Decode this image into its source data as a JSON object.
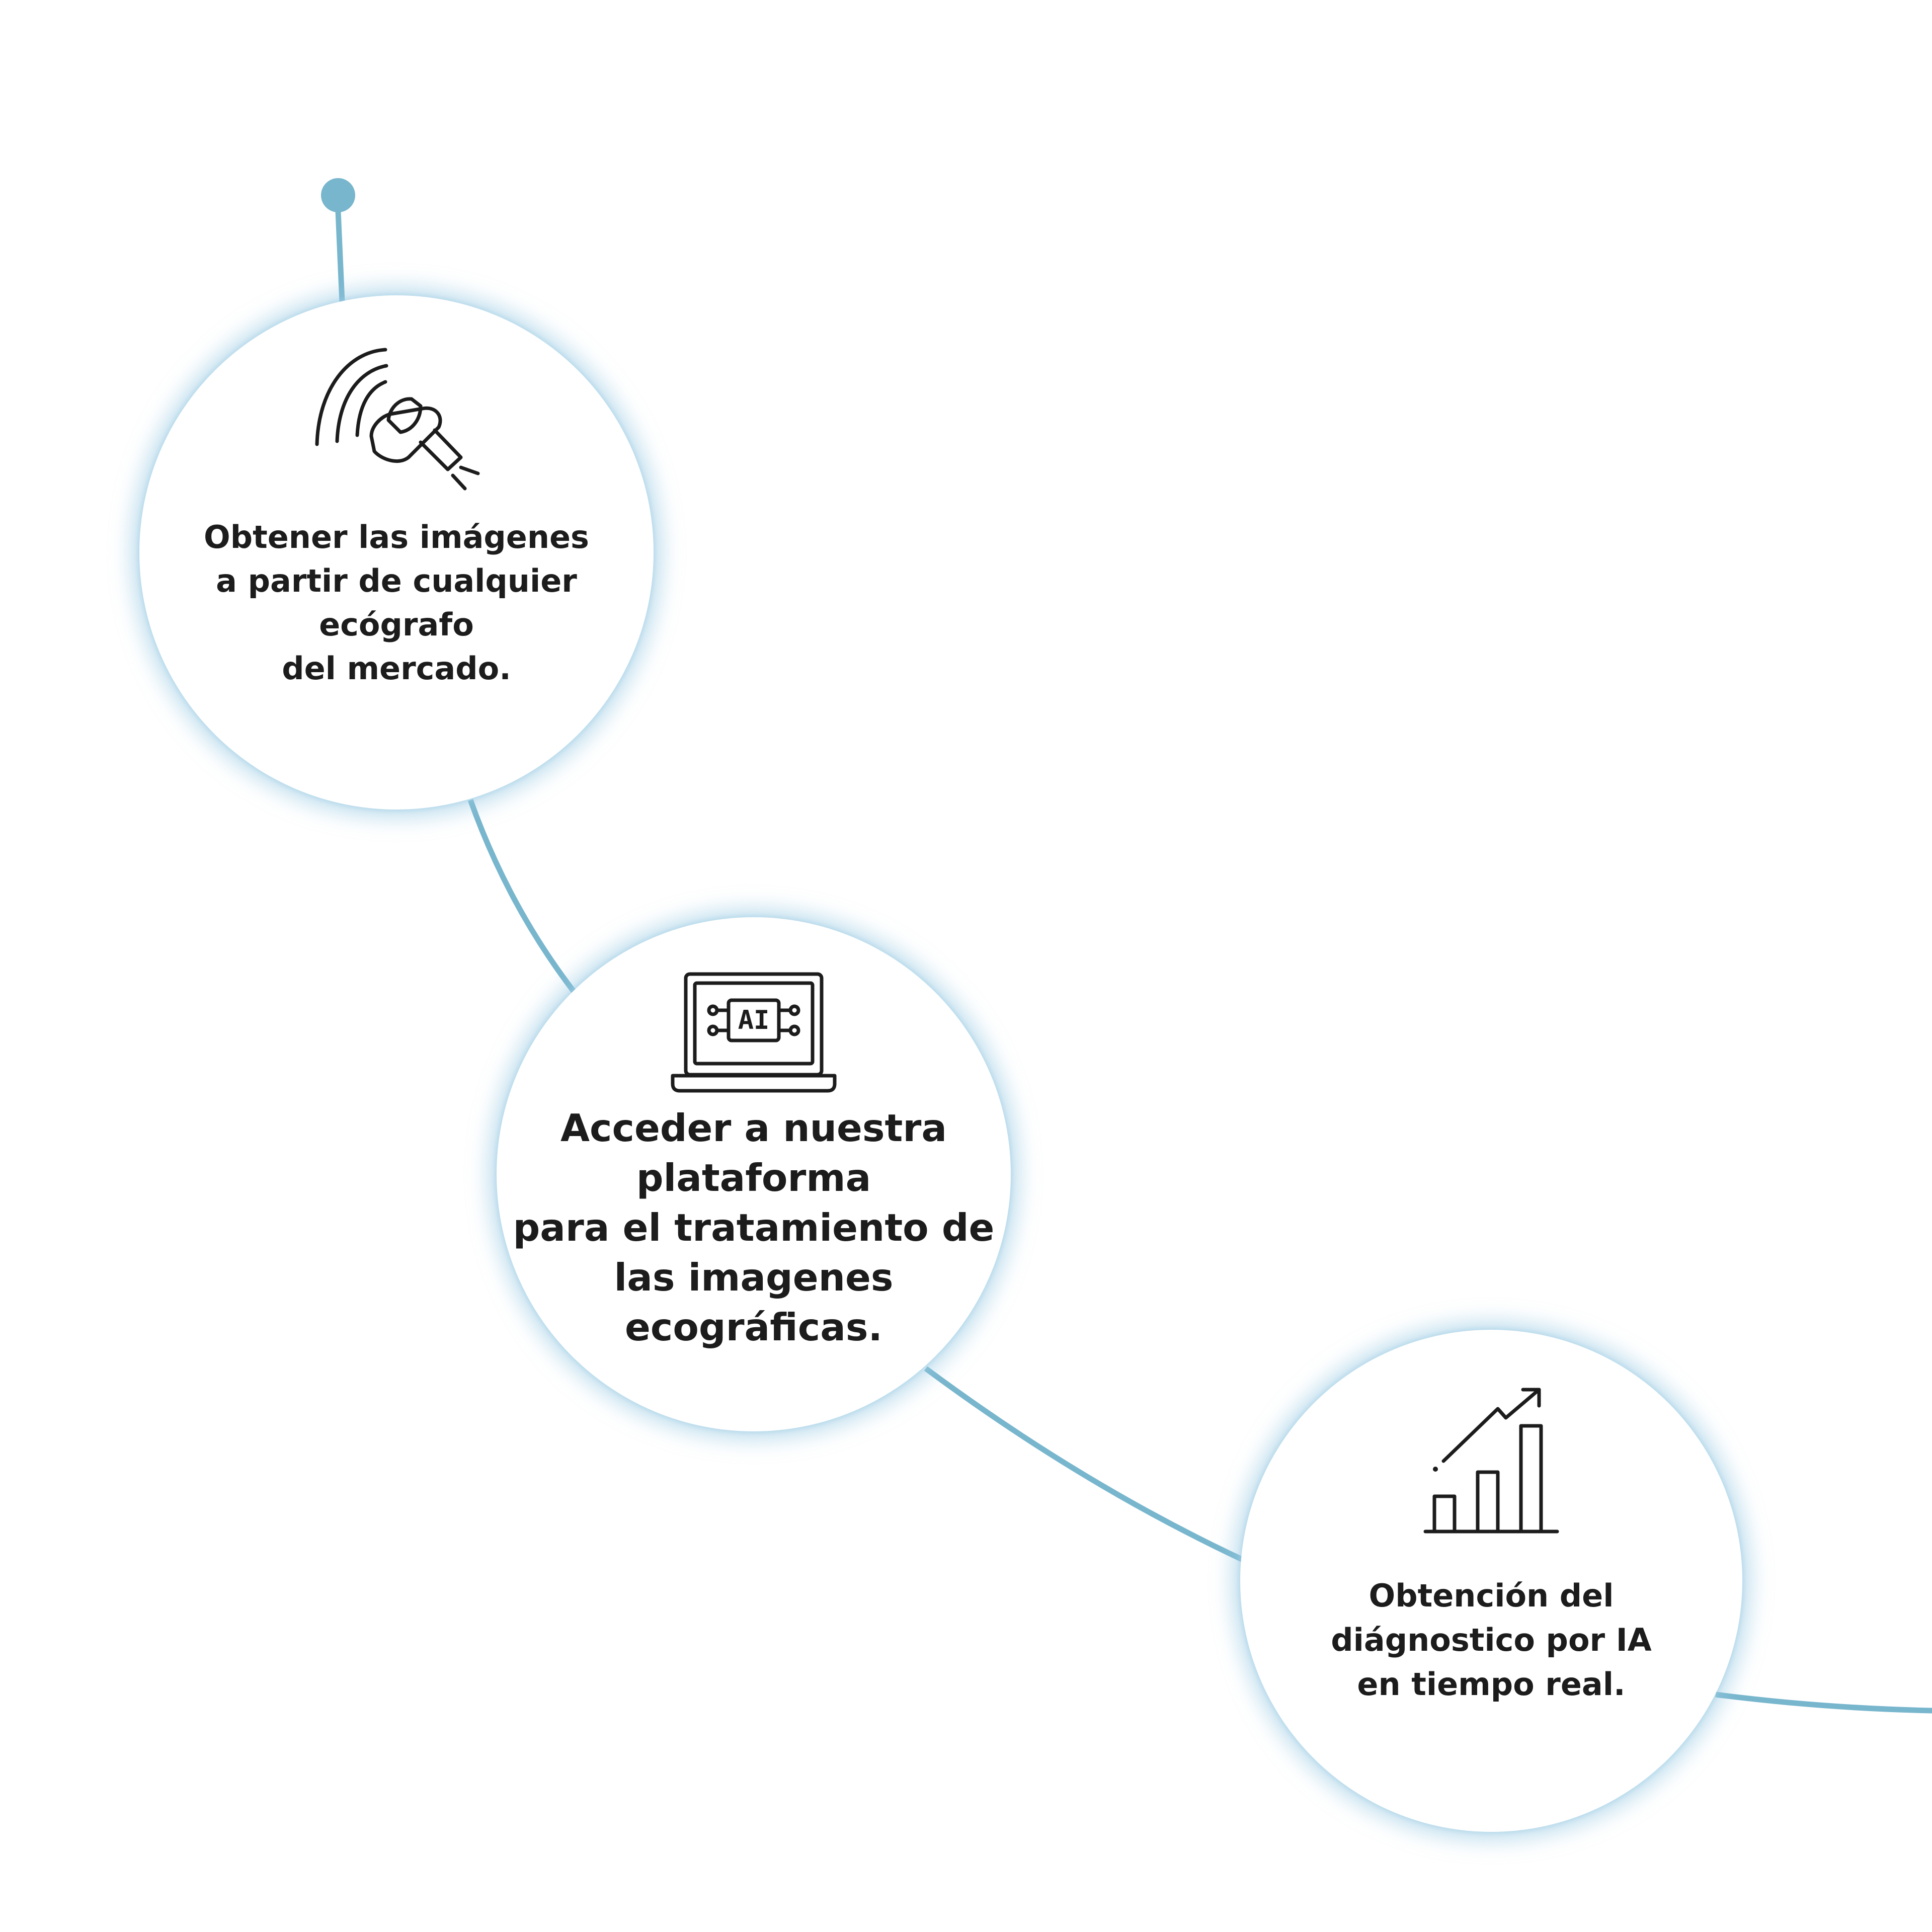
{
  "colors": {
    "connector": "#78b6cd",
    "glow": "#a8d2e8",
    "text": "#1c1c1c",
    "circle_fill": "#ffffff"
  },
  "steps": [
    {
      "icon": "ultrasound-probe-icon",
      "lines": [
        "Obtener las imágenes",
        "a partir de cualquier",
        "ecógrafo",
        "del mercado."
      ]
    },
    {
      "icon": "ai-laptop-icon",
      "icon_label": "AI",
      "lines": [
        "Acceder a nuestra",
        "plataforma",
        "para el tratamiento de",
        "las imagenes",
        "ecográficas."
      ]
    },
    {
      "icon": "growth-chart-icon",
      "lines": [
        "Obtención del",
        "diágnostico por IA",
        "en tiempo real."
      ]
    }
  ]
}
